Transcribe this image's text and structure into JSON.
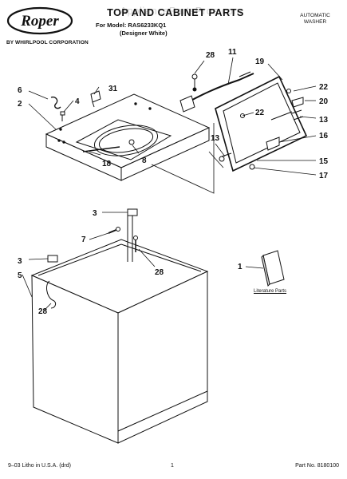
{
  "brand": {
    "logo_text": "Roper",
    "corporation": "BY WHIRLPOOL CORPORATION"
  },
  "header": {
    "title": "TOP AND CABINET PARTS",
    "model_line": "For Model: RAS6233KQ1",
    "color_line": "(Designer White)",
    "product_type_line1": "AUTOMATIC",
    "product_type_line2": "WASHER",
    "watermark": "AppliancePartsPros.com"
  },
  "callouts": {
    "c28_top": "28",
    "c11": "11",
    "c19": "19",
    "c22_right": "22",
    "c20": "20",
    "c22_inner": "22",
    "c13_right": "13",
    "c13_left": "13",
    "c16": "16",
    "c15": "15",
    "c17": "17",
    "c6": "6",
    "c31": "31",
    "c2": "2",
    "c4": "4",
    "c18": "18",
    "c8": "8",
    "c3_upper": "3",
    "c7": "7",
    "c28_mid": "28",
    "c3_lower": "3",
    "c5": "5",
    "c28_low": "28",
    "c1": "1"
  },
  "literature_label": "Literature Parts",
  "footer": {
    "left": "9–03 Litho in U.S.A. (drd)",
    "page": "1",
    "part_number": "Part No. 8180100"
  }
}
